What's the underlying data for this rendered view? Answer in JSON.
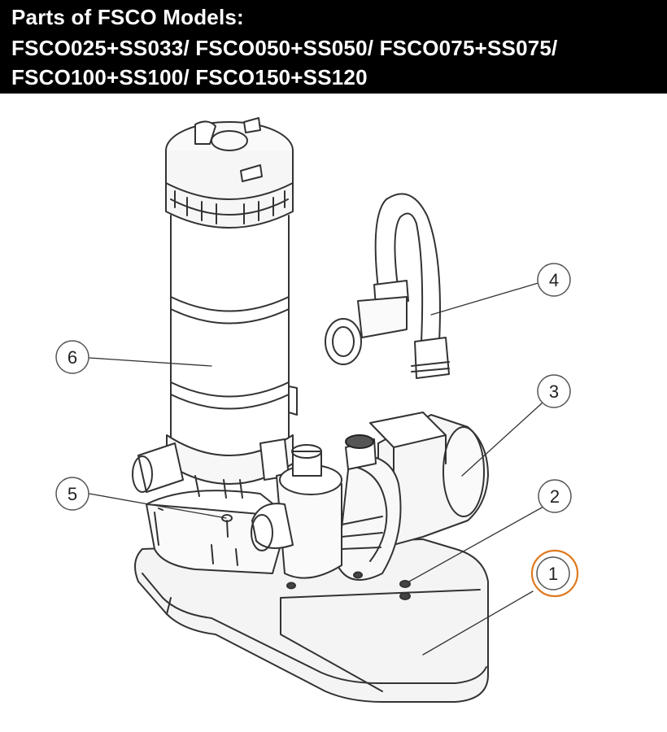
{
  "title": {
    "line1": "Parts of FSCO Models:",
    "line2": "FSCO025+SS033/ FSCO050+SS050/ FSCO075+SS075/",
    "line3": "FSCO100+SS100/ FSCO150+SS120"
  },
  "callouts": [
    {
      "number": "1",
      "part": "base"
    },
    {
      "number": "2",
      "part": "bolts"
    },
    {
      "number": "3",
      "part": "pump"
    },
    {
      "number": "4",
      "part": "hose"
    },
    {
      "number": "5",
      "part": "screw"
    },
    {
      "number": "6",
      "part": "filter"
    }
  ],
  "colors": {
    "header_bg": "#000000",
    "header_text": "#ffffff",
    "line_art": "#333333",
    "highlight_ring": "#e07a1f"
  }
}
